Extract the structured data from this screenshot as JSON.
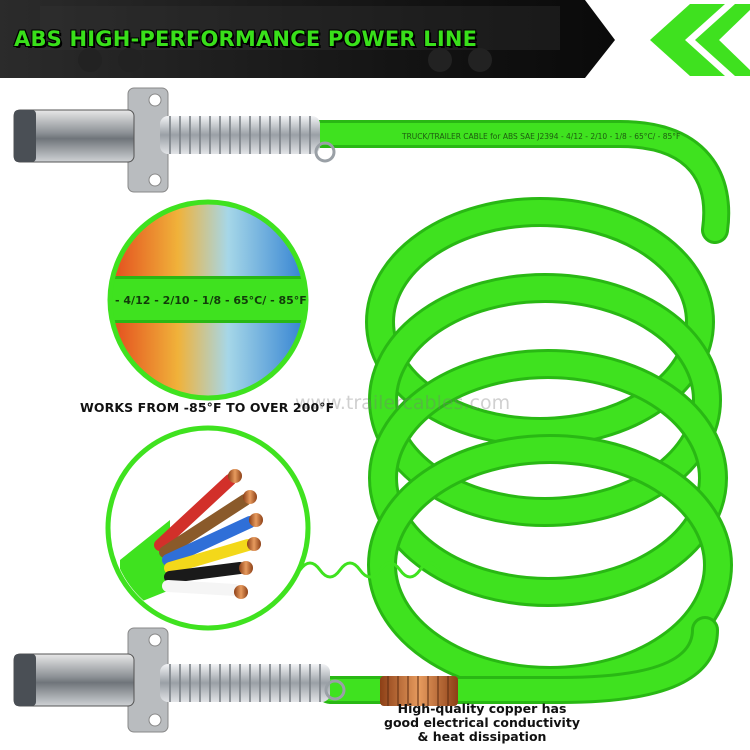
{
  "banner": {
    "title": "ABS HIGH-PERFORMANCE POWER LINE"
  },
  "cable": {
    "print_text": "TRUCK/TRAILER CABLE for ABS SAE J2394 - 4/12 - 2/10 - 1/8 - 65°C/ - 85°F"
  },
  "temperature_inset": {
    "spec_text": "- 4/12 - 2/10 - 1/8 - 65°C/ - 85°F",
    "caption": "WORKS FROM -85°F TO OVER 200°F"
  },
  "watermark": "www.trailercables.com",
  "copper": {
    "caption_lines": [
      "High-quality copper has",
      "good electrical conductivity",
      "& heat dissipation"
    ]
  },
  "colors": {
    "cable_green": "#33d61a",
    "cable_dark": "#24a812",
    "banner_bg": "#1a1a1a",
    "accent_green": "#3fe11f",
    "copper": "#c9733a"
  }
}
